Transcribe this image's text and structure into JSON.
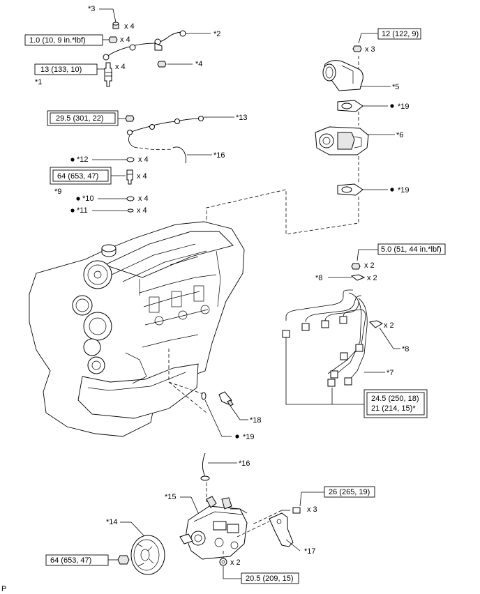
{
  "torques": {
    "t1": "1.0 (10, 9 in.*lbf)",
    "t2": "13 (133, 10)",
    "t3": "12 (122, 9)",
    "t4": "29.5 (301, 22)",
    "t5": "64 (653, 47)",
    "t6": "5.0 (51, 44 in.*lbf)",
    "t7a": "24.5 (250, 18)",
    "t7b": "21 (214, 15)*",
    "t8": "26 (265, 19)",
    "t9": "64 (653, 47)",
    "t10": "20.5 (209, 15)"
  },
  "callouts": {
    "c1": "*1",
    "c2": "*2",
    "c3": "*3",
    "c4": "*4",
    "c5": "*5",
    "c6": "*6",
    "c7": "*7",
    "c8a": "*8",
    "c8b": "*8",
    "c9": "*9",
    "c10": "*10",
    "c11": "*11",
    "c12": "*12",
    "c13": "*13",
    "c14": "*14",
    "c15": "*15",
    "c16a": "*16",
    "c16b": "*16",
    "c17": "*17",
    "c18": "*18",
    "c19a": "*19",
    "c19b": "*19",
    "c19c": "*19"
  },
  "quantities": {
    "q3": "x 4",
    "q1nut": "x 4",
    "q1": "x 4",
    "q5": "x 3",
    "q12": "x 4",
    "q9": "x 4",
    "q10": "x 4",
    "q11": "x 4",
    "q8nut": "x 2",
    "q8a": "x 2",
    "q8b": "x 2",
    "q26": "x 3",
    "q20": "x 2"
  },
  "footer": {
    "code": "P"
  }
}
